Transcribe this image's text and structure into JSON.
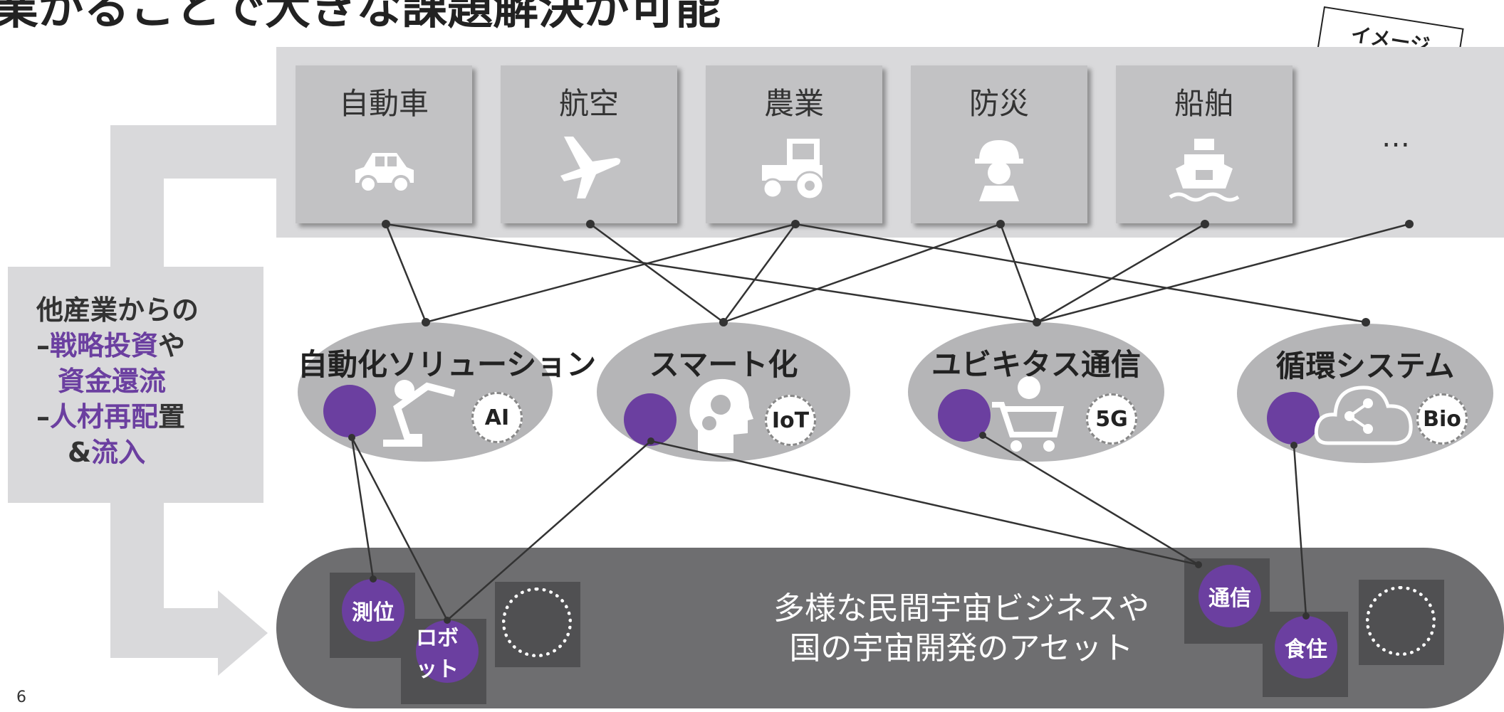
{
  "title": "業がることで大きな課題解決が可能",
  "image_tag": "イメージ",
  "industries": [
    {
      "label": "自動車",
      "icon": "car-icon"
    },
    {
      "label": "航空",
      "icon": "airplane-icon"
    },
    {
      "label": "農業",
      "icon": "tractor-icon"
    },
    {
      "label": "防災",
      "icon": "rescue-helmet-icon"
    },
    {
      "label": "船舶",
      "icon": "ship-icon"
    }
  ],
  "industries_more": "…",
  "side_box": {
    "line1": "他産業からの",
    "line2_dash": "–",
    "line2_highlight": "戦略投資",
    "line2_tail": "や",
    "line3_highlight": "資金還流",
    "line4_dash": "–",
    "line4_highlight": "人材再配",
    "line4_tail": "置",
    "line5_amp": "&",
    "line5_highlight": "流入"
  },
  "technologies": [
    {
      "label": "自動化ソリューション",
      "badge": "AI"
    },
    {
      "label": "スマート化",
      "badge": "IoT"
    },
    {
      "label": "ユビキタス通信",
      "badge": "5G"
    },
    {
      "label": "循環システム",
      "badge": "Bio"
    }
  ],
  "assets": {
    "line1": "多様な民間宇宙ビジネスや",
    "line2": "国の宇宙開発のアセット",
    "nodes": [
      "測位",
      "ロボット",
      "通信",
      "食住"
    ]
  },
  "colors": {
    "accent": "#6b3fa0",
    "band": "#d9d9db",
    "asset_band": "#6e6e70"
  },
  "page_number": "6"
}
